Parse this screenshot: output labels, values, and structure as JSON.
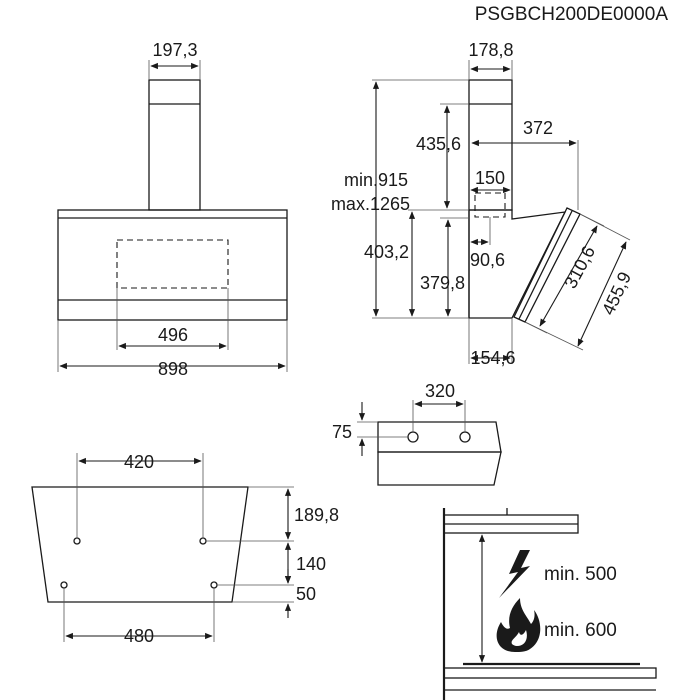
{
  "model_code": "PSGBCH200DE0000A",
  "front_view": {
    "chimney_width": "197,3",
    "panel_width": "898",
    "inner_width": "496"
  },
  "side_view": {
    "chimney_depth": "178,8",
    "total_height": "min.915\nmax.1265",
    "height_min_label": "min.915",
    "height_max_label": "max.1265",
    "upper_height": "435,6",
    "projection": "372",
    "outlet_offset": "150",
    "inner_height_a": "403,2",
    "inner_offset": "90,6",
    "inner_height_b": "379,8",
    "glass_short": "310,6",
    "glass_long": "455,9",
    "base_depth": "154,6"
  },
  "top_view": {
    "hole_spacing": "320",
    "hole_height": "75"
  },
  "wall_mount": {
    "upper_spacing": "420",
    "lower_spacing": "480",
    "height_upper": "189,8",
    "height_middle": "140",
    "height_lower": "50"
  },
  "clearance": {
    "electric_label": "min. 500",
    "gas_label": "min. 600",
    "electric_icon": "lightning-bolt-icon",
    "gas_icon": "flame-icon"
  }
}
